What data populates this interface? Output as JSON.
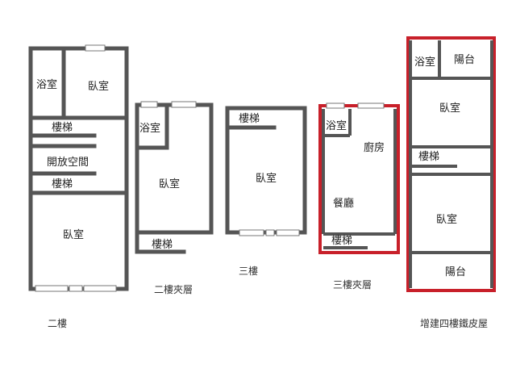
{
  "floors": {
    "f2": {
      "caption": "二樓",
      "rooms": {
        "bath": "浴室",
        "bed1": "臥室",
        "stairs1": "樓梯",
        "open": "開放空間",
        "stairs2": "樓梯",
        "bed2": "臥室"
      }
    },
    "f2m": {
      "caption": "二樓夾層",
      "rooms": {
        "bath": "浴室",
        "bed": "臥室",
        "stairs": "樓梯"
      }
    },
    "f3": {
      "caption": "三樓",
      "rooms": {
        "stairs": "樓梯",
        "bed": "臥室"
      }
    },
    "f3m": {
      "caption": "三樓夾層",
      "rooms": {
        "bath": "浴室",
        "kitchen": "廚房",
        "dining": "餐廳",
        "stairs": "樓梯"
      }
    },
    "f4": {
      "caption": "增建四樓鐵皮屋",
      "rooms": {
        "bath": "浴室",
        "balcony1": "陽台",
        "bed1": "臥室",
        "stairs": "樓梯",
        "bed2": "臥室",
        "balcony2": "陽台"
      }
    }
  },
  "colors": {
    "wall": "#555555",
    "highlight": "#c8202a"
  }
}
